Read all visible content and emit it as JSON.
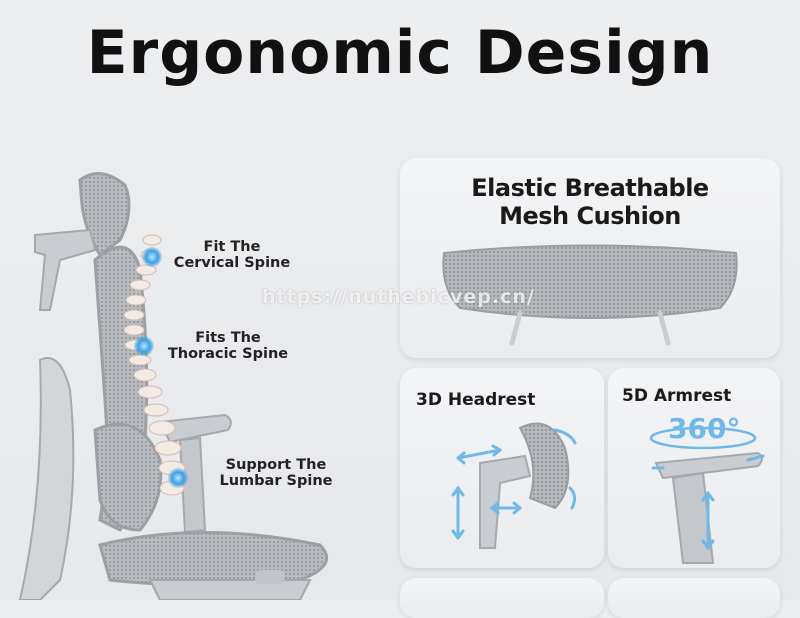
{
  "title": "Ergonomic Design",
  "labels": {
    "cervical": "Fit The\nCervical Spine",
    "thoracic": "Fits The\nThoracic Spine",
    "lumbar": "Support The\nLumbar Spine"
  },
  "cards": {
    "mesh": "Elastic Breathable\nMesh Cushion",
    "headrest": "3D Headrest",
    "armrest": "5D Armrest",
    "armrest_badge": "360°"
  },
  "watermark": "https://nuthebicvep.cn/",
  "colors": {
    "accent_blue": "#3aa0e6",
    "arrow_blue": "#6fb8e8",
    "mesh_gray": "#9a9da1"
  }
}
